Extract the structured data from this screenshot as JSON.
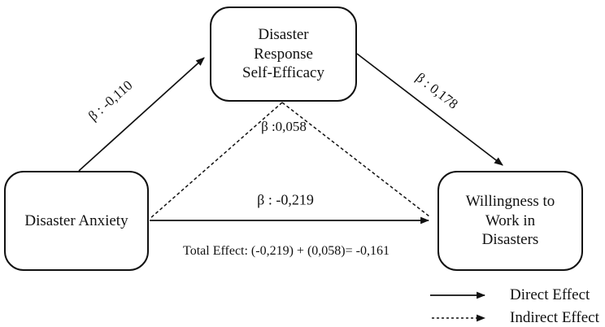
{
  "figure": {
    "background_color": "#ffffff",
    "line_color": "#111111",
    "nodes": {
      "mediator": {
        "label": "Disaster\nResponse\nSelf-Efficacy"
      },
      "predictor": {
        "label": "Disaster Anxiety"
      },
      "outcome": {
        "label": "Willingness to\nWork in\nDisasters"
      }
    },
    "path_labels": {
      "predictor_to_mediator": "β : -0,110",
      "mediator_to_outcome": "β : 0,178",
      "indirect_effect": "β :0,058",
      "direct_effect": "β : -0,219",
      "total_effect": "Total Effect: (-0,219) + (0,058)= -0,161"
    },
    "legend": {
      "direct": "Direct Effect",
      "indirect": "Indirect Effect"
    }
  }
}
